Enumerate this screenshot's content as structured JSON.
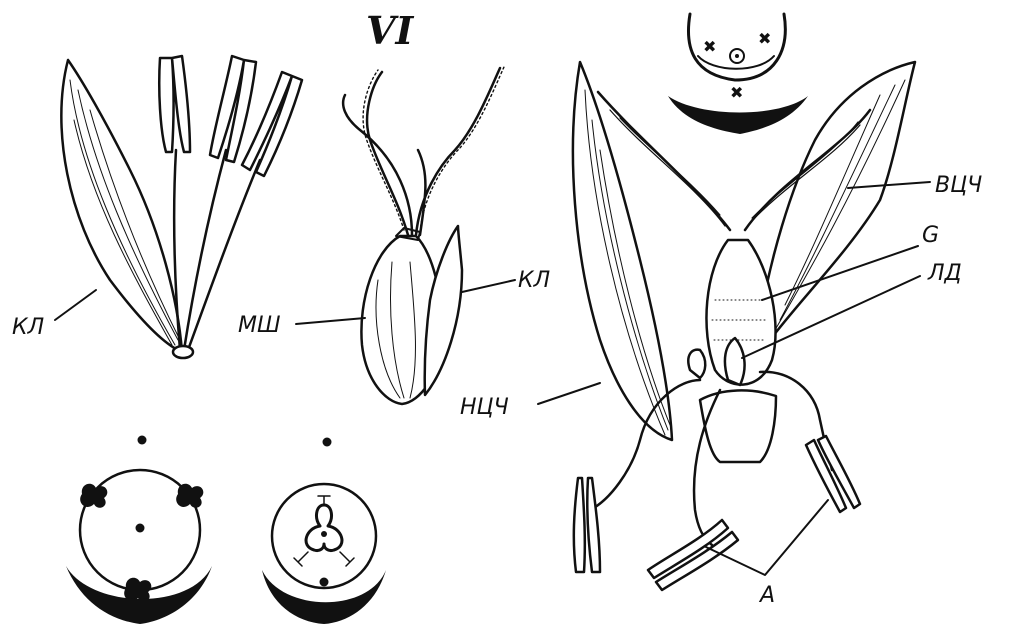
{
  "figure": {
    "numeral": "VI",
    "labels": {
      "sepal_left": "КЛ",
      "scale_left": "МШ",
      "sepal_middle": "КЛ",
      "upper_glume": "ВЦЧ",
      "gynoecium": "G",
      "lodicule": "ЛД",
      "lower_glume": "НЦЧ",
      "anthers": "A"
    }
  }
}
